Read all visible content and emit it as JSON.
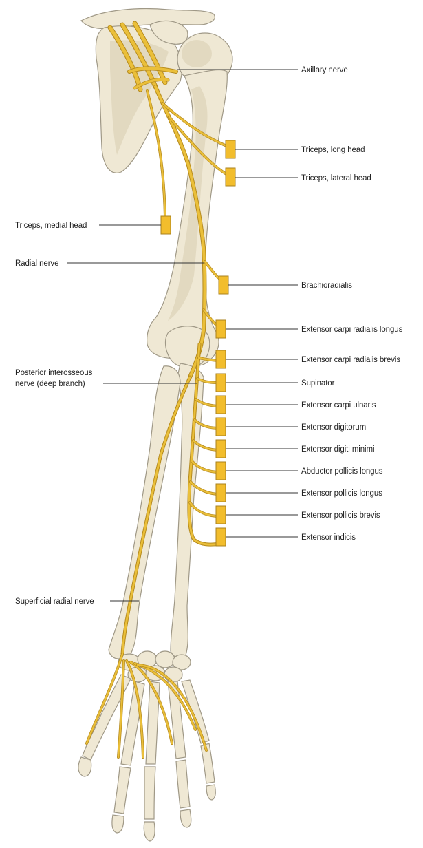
{
  "labels": {
    "axillary_nerve": "Axillary nerve",
    "triceps_long_head": "Triceps, long head",
    "triceps_lateral_head": "Triceps, lateral head",
    "triceps_medial_head": "Triceps, medial head",
    "radial_nerve": "Radial nerve",
    "brachioradialis": "Brachioradialis",
    "ecr_longus": "Extensor carpi radialis longus",
    "ecr_brevis": "Extensor carpi radialis brevis",
    "pin_line1": "Posterior interosseous",
    "pin_line2": "nerve  (deep branch)",
    "supinator": "Supinator",
    "ecu": "Extensor carpi ulnaris",
    "ext_digitorum": "Extensor digitorum",
    "ext_digiti_minimi": "Extensor digiti minimi",
    "apl": "Abductor pollicis longus",
    "epl": "Extensor pollicis longus",
    "epb": "Extensor pollicis brevis",
    "ext_indicis": "Extensor indicis",
    "superficial_radial_nerve": "Superficial radial nerve"
  },
  "colors": {
    "bone": "#efe8d4",
    "nerve": "#eabf3a",
    "muscle_marker": "#f2bd2c",
    "text": "#222222"
  }
}
